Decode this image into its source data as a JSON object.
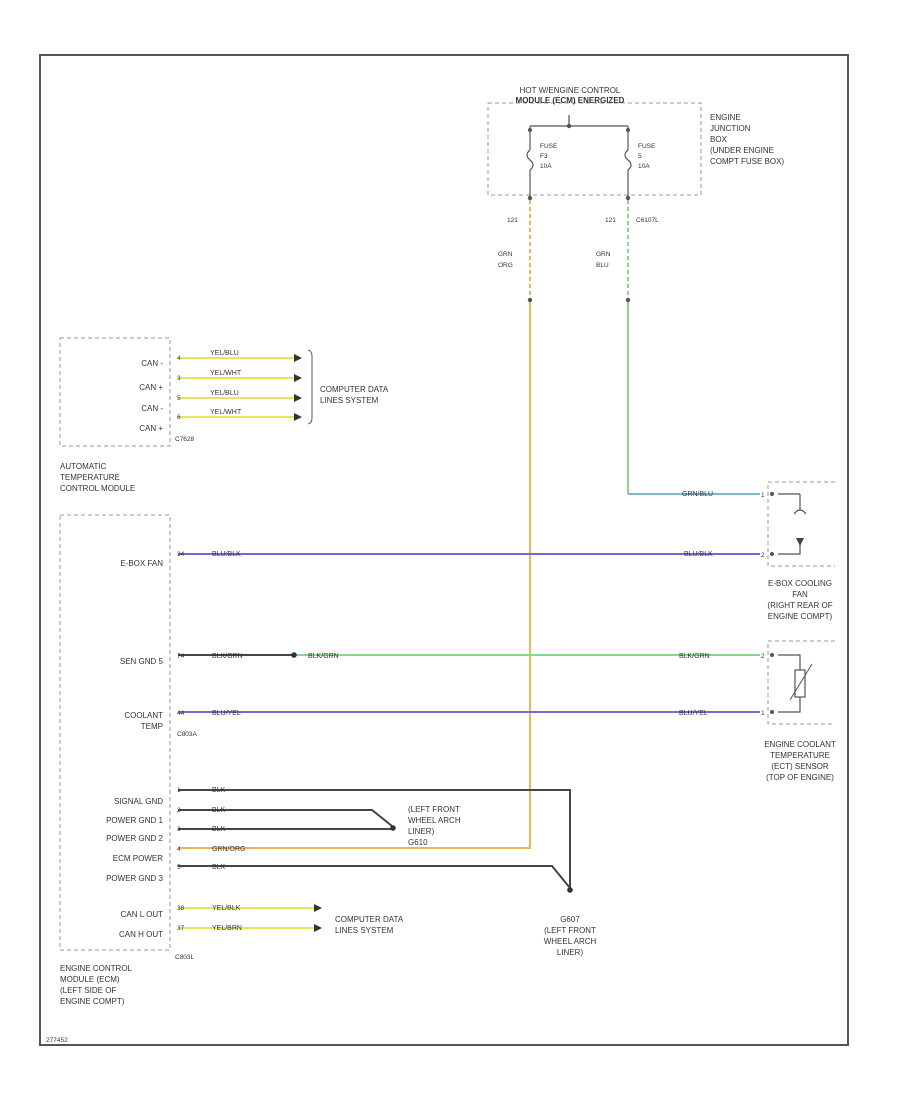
{
  "colors": {
    "frame": "#555555",
    "orange": "#f0b25a",
    "green": "#8cd68c",
    "blue": "#6e6ed2",
    "yellow": "#e6e65a",
    "black": "#444444",
    "teal": "#7fb6c8"
  },
  "fuse_box": {
    "header_line1": "HOT W/ENGINE CONTROL",
    "header_line2": "MODULE (ECM) ENERGIZED",
    "fuse_left": [
      "FUSE",
      "F3",
      "10A"
    ],
    "fuse_right": [
      "FUSE",
      "5",
      "10A"
    ],
    "label_lines": [
      "ENGINE",
      "JUNCTION",
      "BOX",
      "(UNDER ENGINE",
      "COMPT FUSE BOX)"
    ],
    "pin_left": "121",
    "pin_right": "121",
    "conn": "C6107L",
    "wire_left_lines": [
      "GRN",
      "ORG"
    ],
    "wire_right_lines": [
      "GRN",
      "BLU"
    ]
  },
  "atc_module": {
    "pins": [
      {
        "name": "CAN -",
        "pin": "4",
        "wire": "YEL/BLU"
      },
      {
        "name": "CAN +",
        "pin": "3",
        "wire": "YEL/WHT"
      },
      {
        "name": "CAN -",
        "pin": "5",
        "wire": "YEL/BLU"
      },
      {
        "name": "CAN +",
        "pin": "6",
        "wire": "YEL/WHT"
      }
    ],
    "conn": "C7628",
    "label_lines": [
      "AUTOMATIC",
      "TEMPERATURE",
      "CONTROL MODULE"
    ],
    "dest_lines": [
      "COMPUTER DATA",
      "LINES SYSTEM"
    ]
  },
  "ecm": {
    "e_box_fan": {
      "name": "E-BOX FAN",
      "pin": "34",
      "wire": "BLU/BLK",
      "wire_right": "BLU/BLK"
    },
    "sen_gnd": {
      "name": "SEN GND 5",
      "pin": "74",
      "wire": "BLK/GRN",
      "splice_wire": "BLK/GRN",
      "wire_right": "BLK/GRN"
    },
    "coolant": {
      "name_lines": [
        "COOLANT",
        "TEMP"
      ],
      "pin": "44",
      "wire": "BLU/YEL",
      "wire_right": "BLU/YEL",
      "conn": "C803A"
    },
    "ground_rows": [
      {
        "name": "SIGNAL GND",
        "pin": "1",
        "wire": "BLK"
      },
      {
        "name": "POWER GND 1",
        "pin": "2",
        "wire": "BLK"
      },
      {
        "name": "POWER GND 2",
        "pin": "3",
        "wire": "BLK"
      },
      {
        "name": "ECM POWER",
        "pin": "4",
        "wire": "GRN/ORG"
      },
      {
        "name": "POWER GND 3",
        "pin": "5",
        "wire": "BLK"
      }
    ],
    "can_rows": [
      {
        "name": "CAN L OUT",
        "pin": "38",
        "wire": "YEL/BLK"
      },
      {
        "name": "CAN H OUT",
        "pin": "37",
        "wire": "YEL/BRN"
      }
    ],
    "conn": "C803L",
    "label_lines": [
      "ENGINE CONTROL",
      "MODULE (ECM)",
      "(LEFT SIDE OF",
      "ENGINE COMPT)"
    ],
    "ground1_lines": [
      "(LEFT FRONT",
      "WHEEL ARCH",
      "LINER)",
      "G610"
    ],
    "ground2_lines": [
      "G607",
      "(LEFT FRONT",
      "WHEEL ARCH",
      "LINER)"
    ],
    "dest_lines": [
      "COMPUTER DATA",
      "LINES SYSTEM"
    ]
  },
  "fan": {
    "pins": [
      "1",
      "2"
    ],
    "wire_top": "GRN/BLU",
    "label_lines": [
      "E-BOX COOLING",
      "FAN",
      "(RIGHT REAR OF",
      "ENGINE COMPT)"
    ]
  },
  "ect": {
    "pins": [
      "2",
      "1"
    ],
    "label_lines": [
      "ENGINE COOLANT",
      "TEMPERATURE",
      "(ECT) SENSOR",
      "(TOP OF ENGINE)"
    ]
  },
  "footer_id": "277452"
}
